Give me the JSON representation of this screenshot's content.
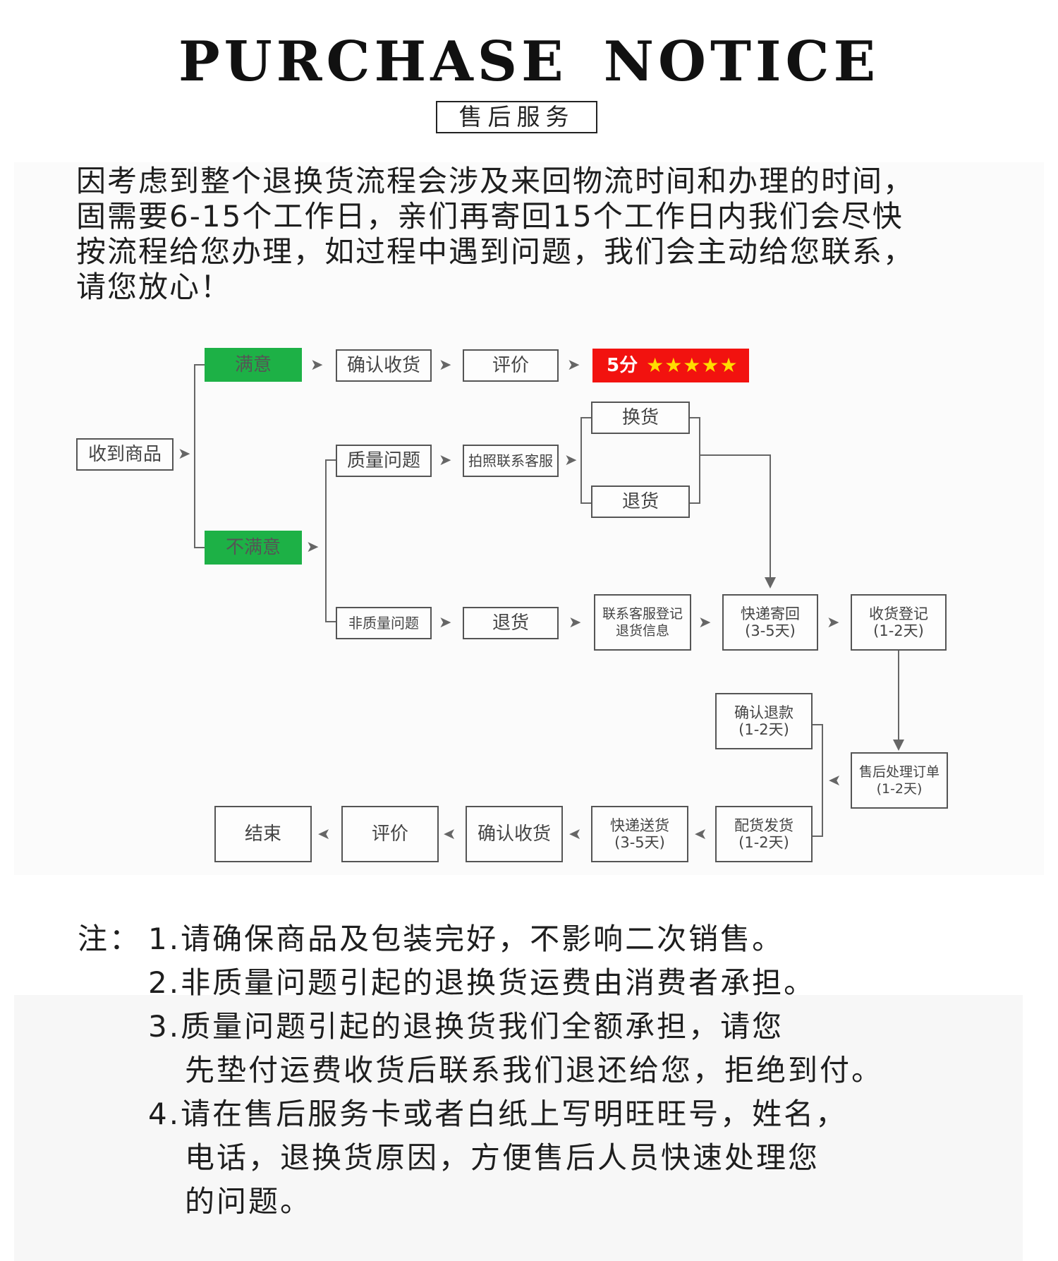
{
  "header": {
    "title": "PURCHASE  NOTICE",
    "subtitle": "售后服务"
  },
  "intro": {
    "lines": [
      "因考虑到整个退换货流程会涉及来回物流时间和办理的时间，",
      "固需要6-15个工作日，亲们再寄回15个工作日内我们会尽快",
      "按流程给您办理，如过程中遇到问题，我们会主动给您联系，",
      "请您放心！"
    ]
  },
  "flow": {
    "receive": "收到商品",
    "satisfied": "满意",
    "confirm_receipt_top": "确认收货",
    "review_top": "评价",
    "rating_text": "5分",
    "rating_stars": "★★★★★",
    "unsatisfied": "不满意",
    "quality_issue": "质量问题",
    "photo_contact": "拍照联系客服",
    "exchange": "换货",
    "return_top": "退货",
    "non_quality_issue": "非质量问题",
    "return_mid": "退货",
    "register_line1": "联系客服登记",
    "register_line2": "退货信息",
    "ship_back_line1": "快递寄回",
    "ship_back_line2": "(3-5天)",
    "receipt_register_line1": "收货登记",
    "receipt_register_line2": "(1-2天)",
    "after_sale_line1": "售后处理订单",
    "after_sale_line2": "(1-2天)",
    "confirm_refund_line1": "确认退款",
    "confirm_refund_line2": "(1-2天)",
    "dispatch_line1": "配货发货",
    "dispatch_line2": "(1-2天)",
    "express_line1": "快递送货",
    "express_line2": "(3-5天)",
    "confirm_receipt_bottom": "确认收货",
    "review_bottom": "评价",
    "end": "结束",
    "colors": {
      "green": "#1db146",
      "red": "#f2120f",
      "star": "#ffdd00"
    }
  },
  "notes": {
    "prefix": "注：",
    "items": [
      {
        "lines": [
          "1.请确保商品及包装完好，不影响二次销售。"
        ]
      },
      {
        "lines": [
          "2.非质量问题引起的退换货运费由消费者承担。"
        ]
      },
      {
        "lines": [
          "3.质量问题引起的退换货我们全额承担，请您",
          "先垫付运费收货后联系我们退还给您，拒绝到付。"
        ]
      },
      {
        "lines": [
          "4.请在售后服务卡或者白纸上写明旺旺号，姓名，",
          "电话，退换货原因，方便售后人员快速处理您",
          "的问题。"
        ]
      }
    ]
  }
}
